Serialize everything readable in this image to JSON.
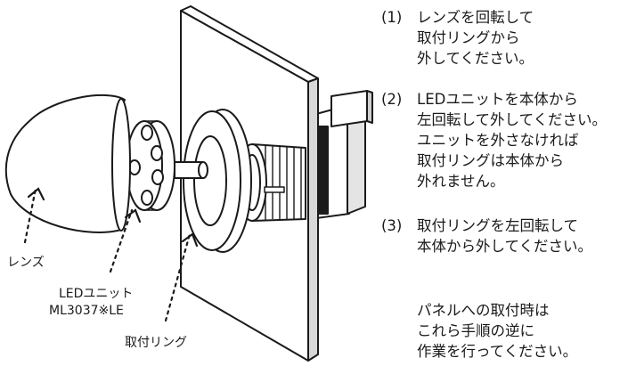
{
  "labels": {
    "lens": "レンズ",
    "led_unit_1": "LEDユニット",
    "led_unit_2": "ML3037※LE",
    "mount_ring": "取付リング"
  },
  "steps": [
    {
      "num": "(1)",
      "lines": [
        "レンズを回転して",
        "取付リングから",
        "外してください。"
      ]
    },
    {
      "num": "(2)",
      "lines": [
        "LEDユニットを本体から",
        "左回転して外してください。",
        "ユニットを外さなければ",
        "取付リングは本体から",
        "外れません。"
      ]
    },
    {
      "num": "(3)",
      "lines": [
        "取付リングを左回転して",
        "本体から外してください。"
      ]
    }
  ],
  "note": [
    "パネルへの取付時は",
    "これら手順の逆に",
    "作業を行ってください。"
  ]
}
